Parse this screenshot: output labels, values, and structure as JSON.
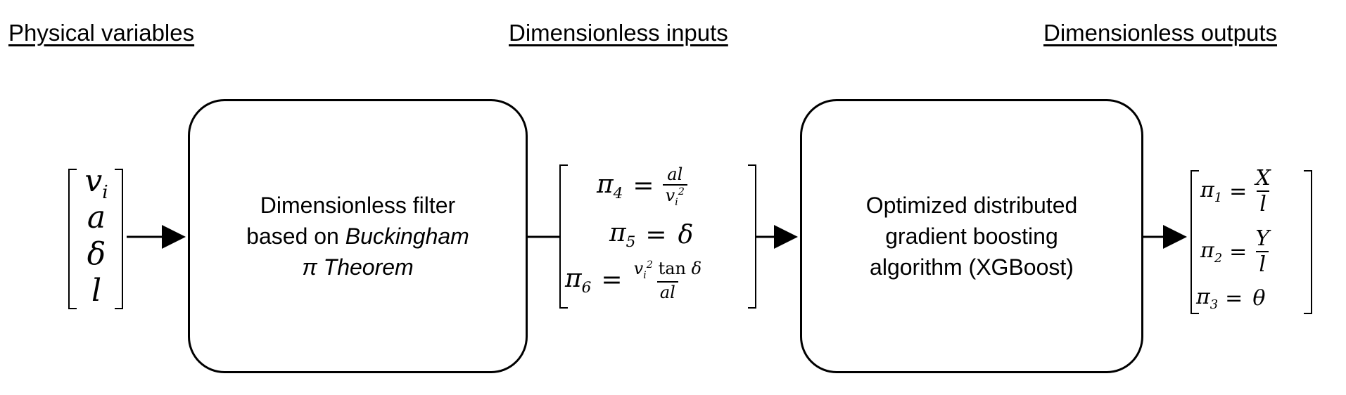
{
  "headings": {
    "physical": "Physical variables",
    "inputs": "Dimensionless inputs",
    "outputs": "Dimensionless outputs"
  },
  "physical_vars": {
    "v": "v",
    "v_sub": "i",
    "a": "a",
    "delta": "δ",
    "l": "l"
  },
  "filter_box": {
    "line1": "Dimensionless filter",
    "line2_prefix": "based on ",
    "line2_italic": "Buckingham",
    "line3": "π Theorem"
  },
  "inputs": {
    "pi4_lhs": "π",
    "pi4_sub": "4",
    "pi4_num": "al",
    "pi4_den_base": "v",
    "pi4_den_sub": "i",
    "pi4_den_sup": "2",
    "pi5_lhs": "π",
    "pi5_sub": "5",
    "pi5_rhs": "δ",
    "pi6_lhs": "π",
    "pi6_sub": "6",
    "pi6_num_base": "v",
    "pi6_num_sub": "i",
    "pi6_num_sup": "2",
    "pi6_num_tan": "tan",
    "pi6_num_delta": "δ",
    "pi6_den": "al",
    "equals": "="
  },
  "xgb_box": {
    "line1": "Optimized distributed",
    "line2": "gradient boosting",
    "line3": "algorithm (XGBoost)"
  },
  "outputs": {
    "pi1_lhs": "π",
    "pi1_sub": "1",
    "pi1_num": "X",
    "pi1_den": "l",
    "pi2_lhs": "π",
    "pi2_sub": "2",
    "pi2_num": "Y",
    "pi2_den": "l",
    "pi3_lhs": "π",
    "pi3_sub": "3",
    "pi3_rhs": "θ",
    "equals": "="
  }
}
